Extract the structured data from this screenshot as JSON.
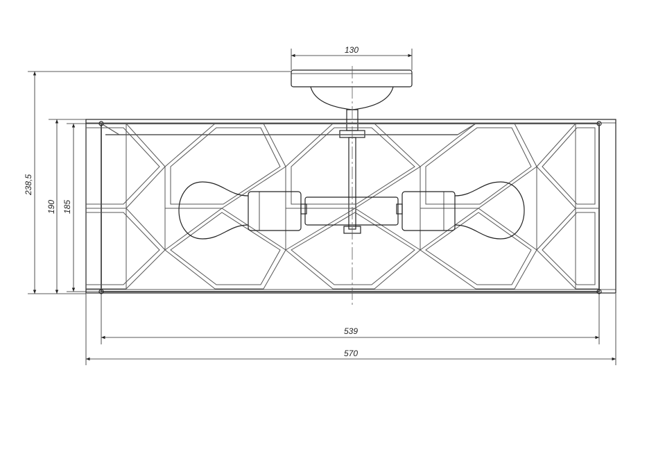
{
  "drawing": {
    "line_color": "#222222",
    "frame_color": "#555555",
    "background": "#ffffff"
  },
  "dimensions": {
    "canopy_width": "130",
    "overall_height": "238,5",
    "shade_height": "190",
    "inner_height": "185",
    "inner_width": "539",
    "overall_width": "570"
  }
}
